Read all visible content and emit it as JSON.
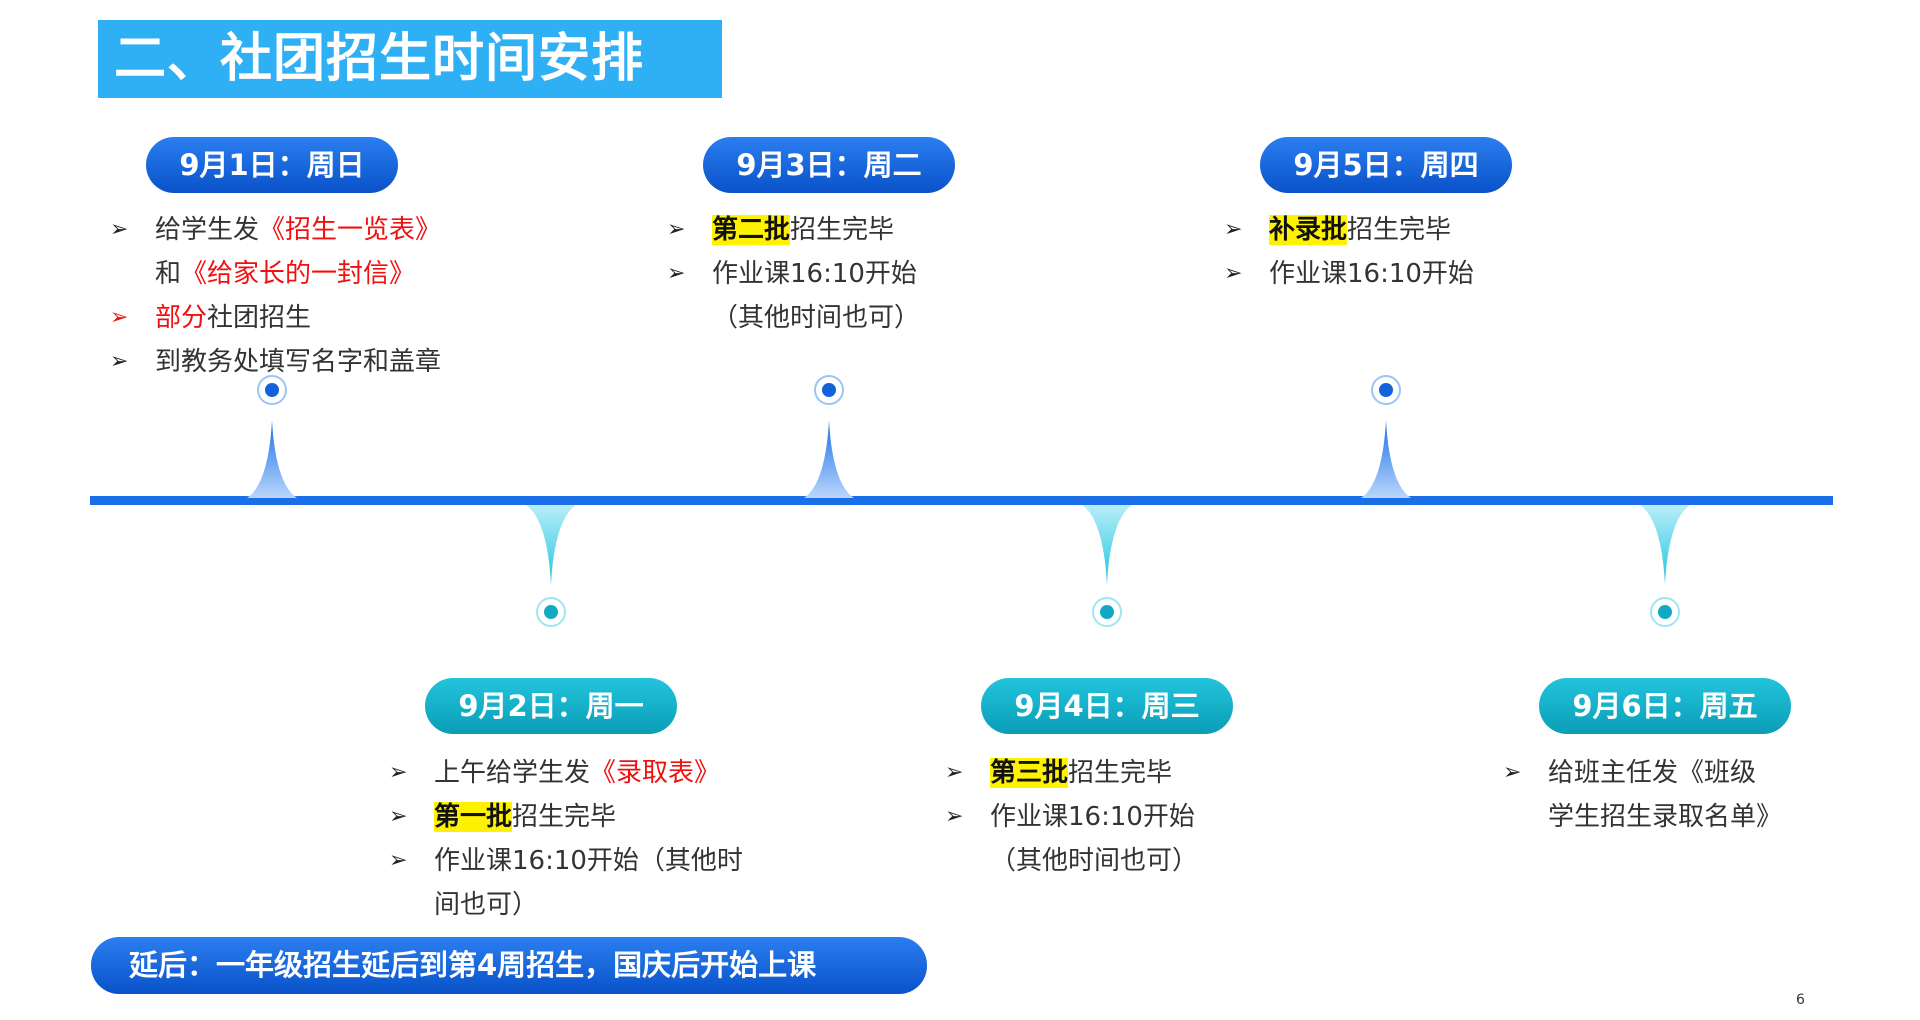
{
  "title": "二、社团招生时间安排",
  "colors": {
    "title_bg": "#2fb0f5",
    "top_badge": "#1262da",
    "bottom_badge": "#12a9c3",
    "timeline": "#1a6fe8",
    "highlight": "#fff200",
    "red": "#f01010"
  },
  "events": [
    {
      "date": "9月1日：周日",
      "position": "top",
      "items": [
        {
          "marker": "arrow",
          "segments": [
            {
              "t": "给学生发",
              "s": ""
            },
            {
              "t": "《招生一览表》",
              "s": "red"
            }
          ]
        },
        {
          "marker": "none",
          "segments": [
            {
              "t": "和",
              "s": ""
            },
            {
              "t": "《给家长的一封信》",
              "s": "red"
            }
          ]
        },
        {
          "marker": "arrow-red",
          "segments": [
            {
              "t": "部分",
              "s": "red"
            },
            {
              "t": "社团招生",
              "s": ""
            }
          ]
        },
        {
          "marker": "arrow",
          "segments": [
            {
              "t": "到教务处填写名字和盖章",
              "s": ""
            }
          ]
        }
      ]
    },
    {
      "date": "9月2日：周一",
      "position": "bottom",
      "items": [
        {
          "marker": "arrow",
          "segments": [
            {
              "t": "上午给学生发",
              "s": ""
            },
            {
              "t": "《录取表》",
              "s": "red"
            }
          ]
        },
        {
          "marker": "arrow",
          "segments": [
            {
              "t": "第一批",
              "s": "hl"
            },
            {
              "t": "招生完毕",
              "s": ""
            }
          ]
        },
        {
          "marker": "arrow",
          "segments": [
            {
              "t": "作业课16:10开始（其他时",
              "s": ""
            }
          ]
        },
        {
          "marker": "none",
          "segments": [
            {
              "t": "间也可）",
              "s": ""
            }
          ]
        }
      ]
    },
    {
      "date": "9月3日：周二",
      "position": "top",
      "items": [
        {
          "marker": "arrow",
          "segments": [
            {
              "t": "第二批",
              "s": "hl"
            },
            {
              "t": "招生完毕",
              "s": ""
            }
          ]
        },
        {
          "marker": "arrow",
          "segments": [
            {
              "t": "作业课16:10开始",
              "s": ""
            }
          ]
        },
        {
          "marker": "none",
          "segments": [
            {
              "t": "（其他时间也可）",
              "s": ""
            }
          ]
        }
      ]
    },
    {
      "date": "9月4日：周三",
      "position": "bottom",
      "items": [
        {
          "marker": "arrow",
          "segments": [
            {
              "t": "第三批",
              "s": "hl"
            },
            {
              "t": "招生完毕",
              "s": ""
            }
          ]
        },
        {
          "marker": "arrow",
          "segments": [
            {
              "t": "作业课16:10开始",
              "s": ""
            }
          ]
        },
        {
          "marker": "none",
          "segments": [
            {
              "t": "（其他时间也可）",
              "s": ""
            }
          ]
        }
      ]
    },
    {
      "date": "9月5日：周四",
      "position": "top",
      "items": [
        {
          "marker": "arrow",
          "segments": [
            {
              "t": "补录批",
              "s": "hl"
            },
            {
              "t": "招生完毕",
              "s": ""
            }
          ]
        },
        {
          "marker": "arrow",
          "segments": [
            {
              "t": "作业课16:10开始",
              "s": ""
            }
          ]
        }
      ]
    },
    {
      "date": "9月6日：周五",
      "position": "bottom",
      "items": [
        {
          "marker": "arrow",
          "segments": [
            {
              "t": "给班主任发《班级",
              "s": ""
            }
          ]
        },
        {
          "marker": "none",
          "segments": [
            {
              "t": "学生招生录取名单》",
              "s": ""
            }
          ]
        }
      ]
    }
  ],
  "banner": "延后：一年级招生延后到第4周招生，国庆后开始上课",
  "page_number": "6"
}
